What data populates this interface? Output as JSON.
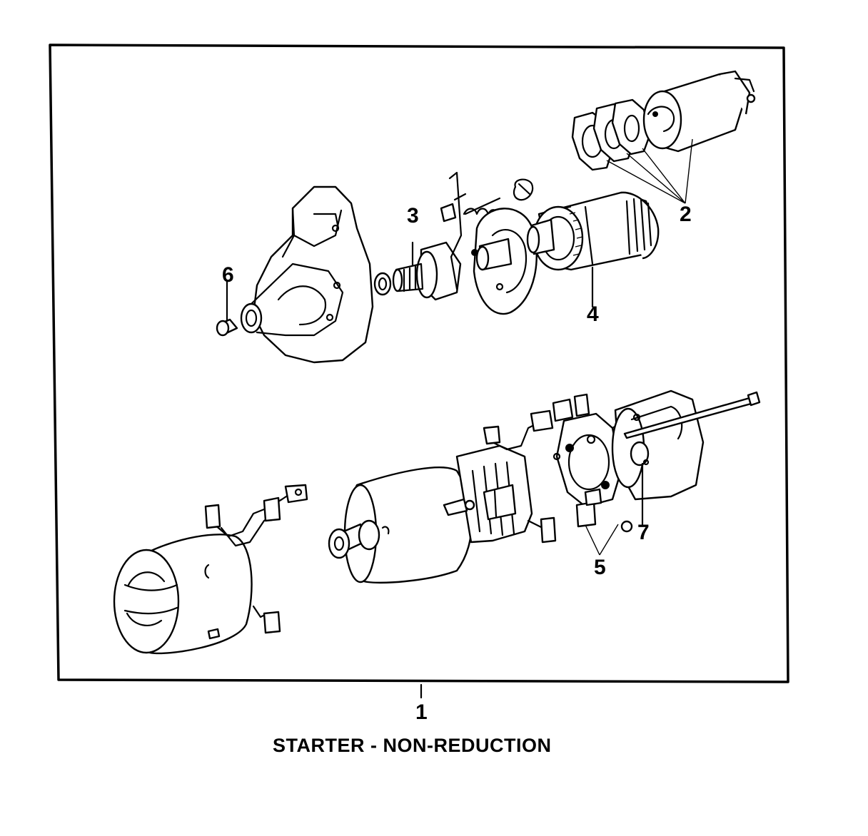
{
  "diagram": {
    "caption": "STARTER - NON-REDUCTION",
    "callouts": {
      "assembly": "1",
      "solenoid_kit": "2",
      "drive_clutch": "3",
      "armature": "4",
      "brush_set": "5",
      "bushing_front": "6",
      "bushing_rear": "7"
    }
  }
}
